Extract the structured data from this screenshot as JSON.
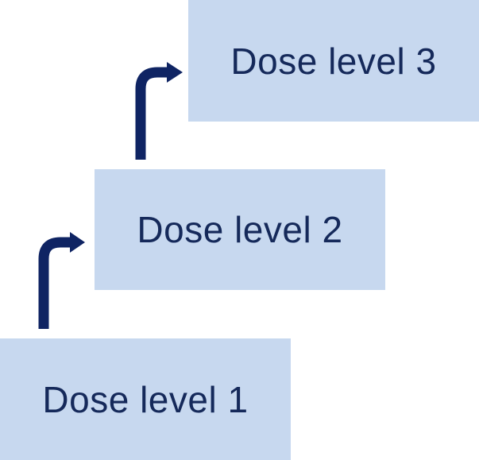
{
  "steps": [
    {
      "label": "Dose level 1"
    },
    {
      "label": "Dose level 2"
    },
    {
      "label": "Dose level 3"
    }
  ],
  "colors": {
    "box_fill": "#c7d8ef",
    "text": "#15295a",
    "arrow": "#0f2463"
  },
  "icons": [
    "bent-up-right-arrow-icon",
    "bent-up-right-arrow-icon"
  ]
}
